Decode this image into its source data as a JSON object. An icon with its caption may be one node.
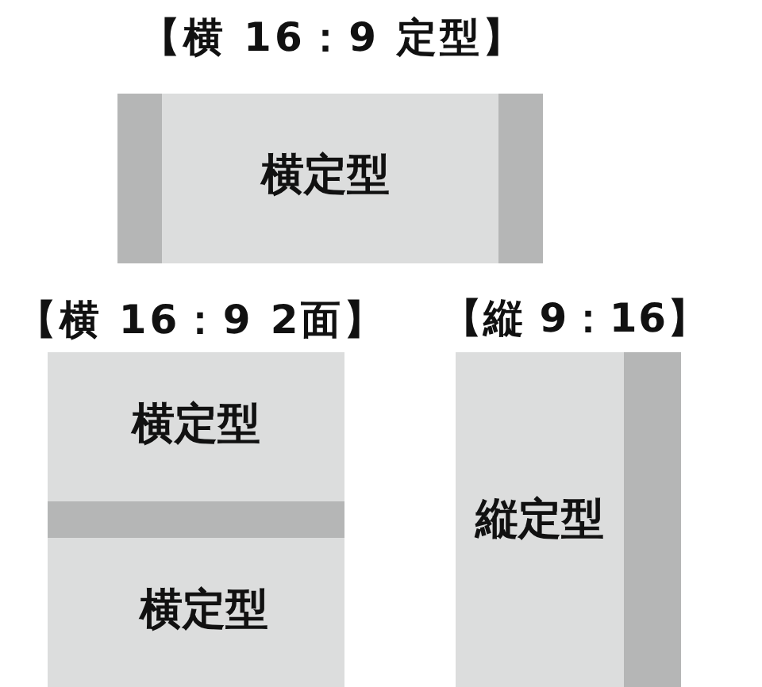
{
  "diagram": {
    "nodes": [
      {
        "text": [
          "【横 16：9 定型】",
          "横定型"
        ]
      },
      {
        "text": [
          "【横 16：9 2面】"
        ]
      },
      {
        "text": [
          "横定型"
        ],
        "in": 1
      },
      {
        "text": [
          "横定型"
        ],
        "in": 1
      },
      {
        "text": [
          "【縦 9：16】",
          "縦定型"
        ]
      }
    ]
  }
}
